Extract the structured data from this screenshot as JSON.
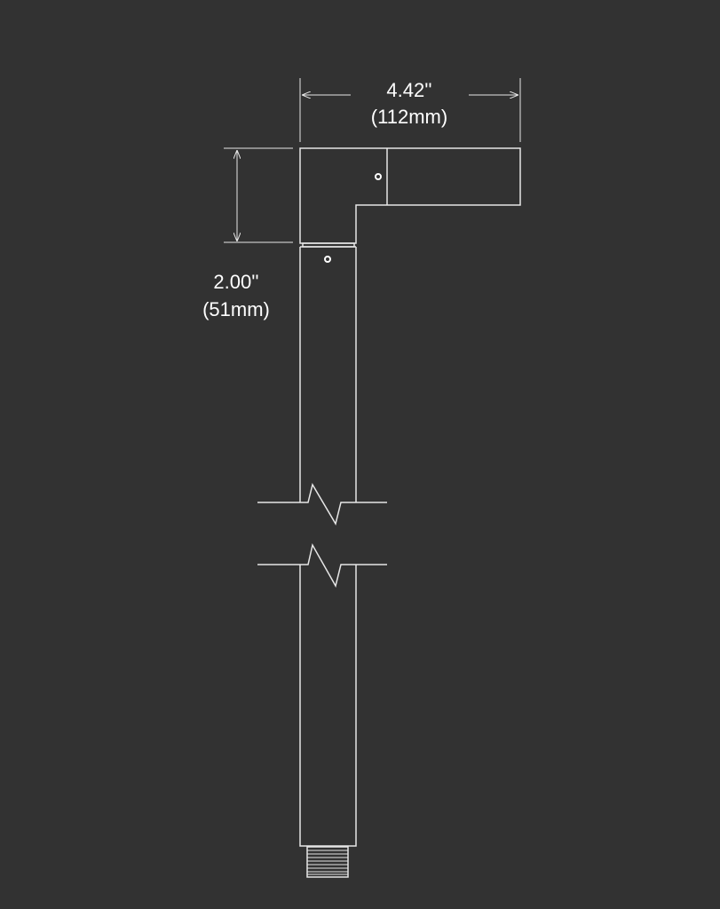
{
  "dimensions": {
    "width": {
      "inches": "4.42''",
      "mm": "(112mm)"
    },
    "height": {
      "inches": "2.00''",
      "mm": "(51mm)"
    }
  },
  "colors": {
    "background": "#323232",
    "line": "#e6e6e6",
    "text": "#ffffff"
  }
}
